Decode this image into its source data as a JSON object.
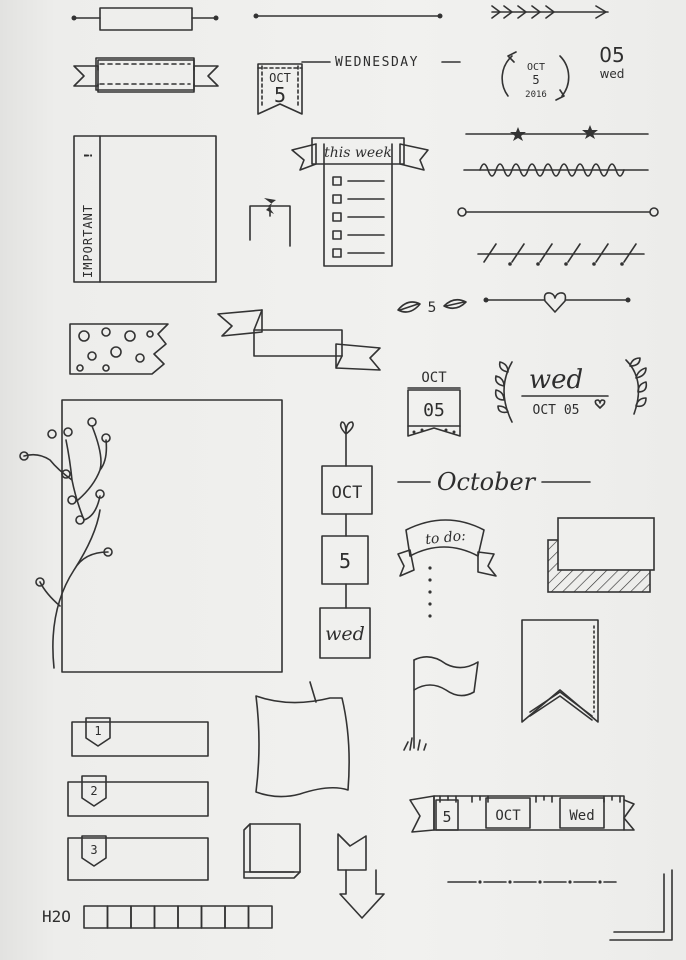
{
  "header_date": {
    "month": "OCT",
    "day": "5"
  },
  "weekday_label": "WEDNESDAY",
  "circle_date": {
    "month": "OCT",
    "day": "5",
    "year": "2016"
  },
  "corner_date": {
    "day": "05",
    "weekday": "wed"
  },
  "important_label": "IMPORTANT",
  "important_mark": "!",
  "this_week_label": "this week",
  "leaf_number": "5",
  "oct_tab": {
    "month": "OCT",
    "day": "05"
  },
  "wreath_date": {
    "weekday": "wed",
    "date": "OCT 05"
  },
  "month_banner": "October",
  "hanging_tags": [
    "OCT",
    "5",
    "wed"
  ],
  "todo_label": "to do:",
  "numbered_tabs": [
    "1",
    "2",
    "3"
  ],
  "ruler_date": [
    "5",
    "OCT",
    "Wed"
  ],
  "water_label": "H2O",
  "water_cups": 8
}
